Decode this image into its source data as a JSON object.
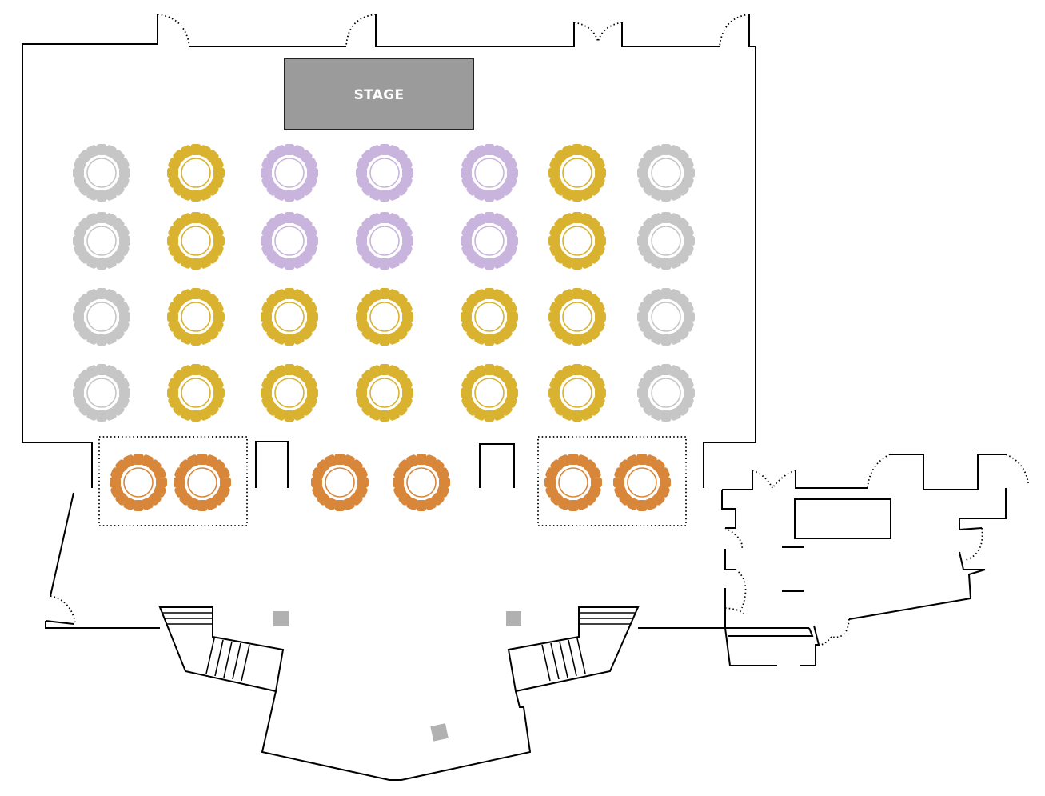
{
  "stage": {
    "label": "STAGE"
  },
  "colors": {
    "stage": "#9b9b9b",
    "gray": "#c6c6c6",
    "gold": "#d9b230",
    "lavender": "#c8b4dc",
    "orange": "#d8873a",
    "pillar": "#b1b1b1",
    "walls": "#000000"
  },
  "seating": {
    "chairs_per_table": 8,
    "main_floor": [
      [
        "gray",
        "gold",
        "lavender",
        "lavender",
        "lavender",
        "gold",
        "gray"
      ],
      [
        "gray",
        "gold",
        "lavender",
        "lavender",
        "lavender",
        "gold",
        "gray"
      ],
      [
        "gray",
        "gold",
        "gold",
        "gold",
        "gold",
        "gold",
        "gray"
      ],
      [
        "gray",
        "gold",
        "gold",
        "gold",
        "gold",
        "gold",
        "gray"
      ]
    ],
    "front_row": [
      "orange",
      "orange",
      "orange",
      "orange",
      "orange",
      "orange"
    ],
    "reserved_zones": 2
  },
  "pillars": 3
}
